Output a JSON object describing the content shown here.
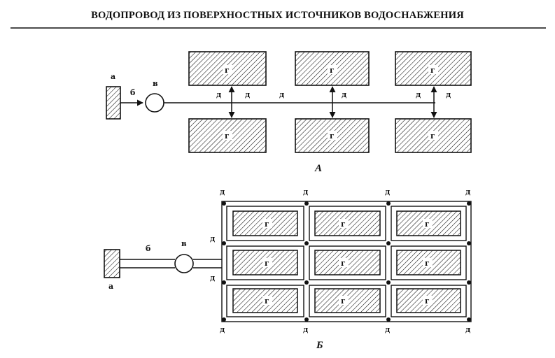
{
  "title": "ВОДОПРОВОД ИЗ ПОВЕРХНОСТНЫХ ИСТОЧНИКОВ ВОДОСНАБЖЕНИЯ",
  "diagram_a": {
    "caption": "А",
    "source_label": "а",
    "pipe_label": "б",
    "pump_label": "в",
    "block_label": "г",
    "branch_labels": [
      "д",
      "д",
      "д",
      "д",
      "д"
    ]
  },
  "diagram_b": {
    "caption": "Б",
    "source_label": "а",
    "pipe_label": "б",
    "pump_label": "в",
    "block_label": "г",
    "node_label": "д"
  }
}
